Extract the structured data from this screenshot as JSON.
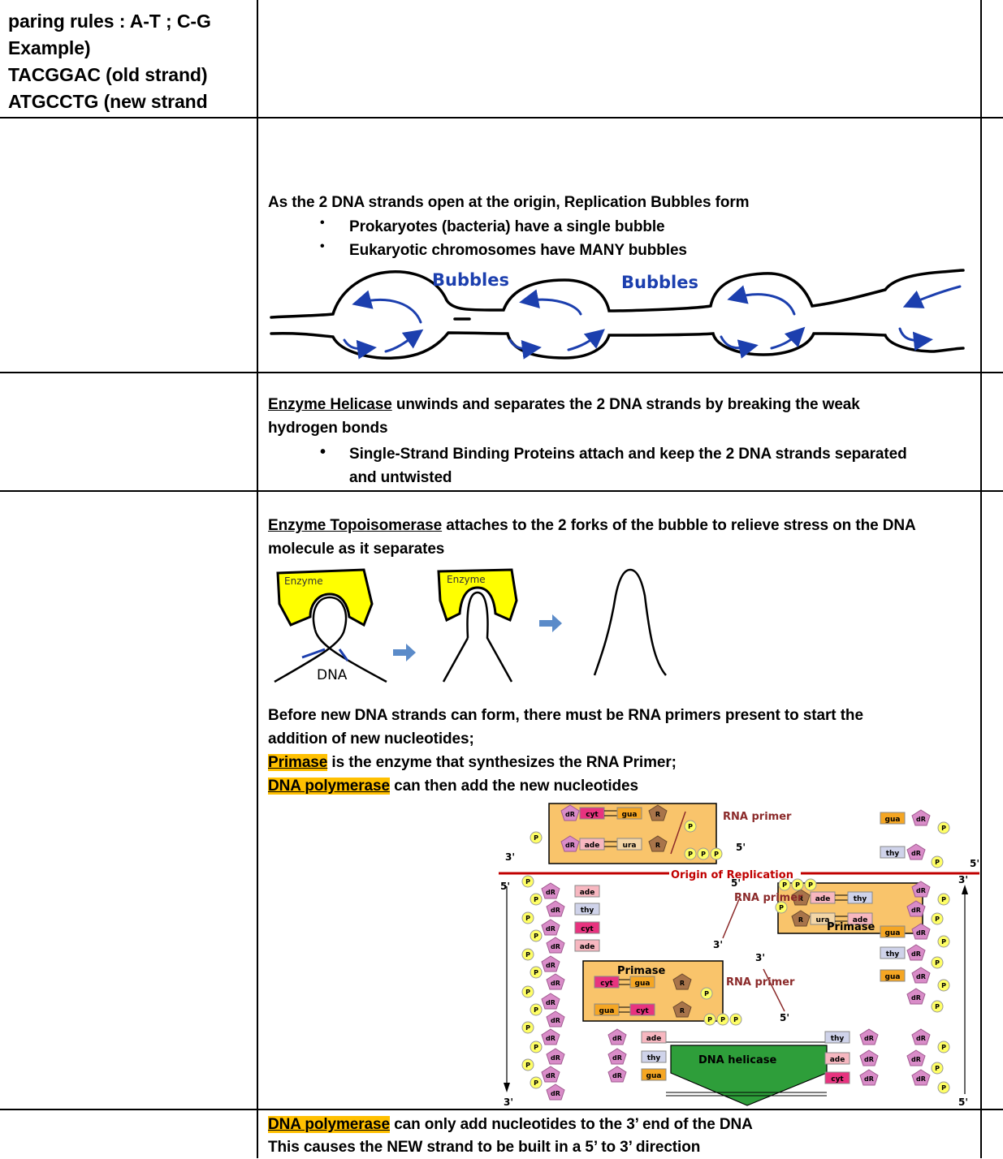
{
  "row1": {
    "pairing_rules": "paring rules : A-T ; C-G",
    "example_label": "Example)",
    "old_strand": "TACGGAC (old strand)",
    "new_strand": "ATGCCTG (new strand"
  },
  "row2": {
    "intro": "As the 2 DNA strands open at the origin, Replication Bubbles form",
    "bullets": [
      "Prokaryotes (bacteria) have a single bubble",
      "Eukaryotic chromosomes have MANY bubbles"
    ],
    "bubbles_label_1": "Bubbles",
    "bubbles_label_2": "Bubbles"
  },
  "row3": {
    "helicase_term": "Enzyme Helicase",
    "helicase_line1_rest": " unwinds and separates the 2 DNA strands by breaking the weak",
    "helicase_line2": "hydrogen bonds",
    "ssb_line1": "Single-Strand Binding Proteins attach and keep the 2 DNA strands separated",
    "ssb_line2": "and untwisted"
  },
  "row4": {
    "topo_term": "Enzyme Topoisomerase",
    "topo_line1_rest": " attaches to the 2 forks of the bubble to relieve stress on the DNA",
    "topo_line2": "molecule as it separates",
    "enzyme_label_1": "Enzyme",
    "enzyme_label_2": "Enzyme",
    "dna_label": "DNA",
    "primer_line1": "Before new DNA strands can form, there must be RNA primers present to start the",
    "primer_line2": "addition of new nucleotides;",
    "primase_term": "Primase",
    "primase_rest": " is the enzyme that synthesizes the RNA Primer;",
    "polymerase_term": "DNA polymerase",
    "polymerase_rest": " can then add the new nucleotides"
  },
  "replication_figure": {
    "rna_primer_label": "RNA primer",
    "origin_label": "Origin of Replication",
    "primase_label": "Primase",
    "helicase_label": "DNA helicase",
    "prime5": "5'",
    "prime3": "3'",
    "bases": [
      "cyt",
      "gua",
      "ade",
      "ura",
      "thy"
    ],
    "sugar": "dR",
    "phosphate": "P",
    "ribose": "R"
  },
  "row5": {
    "polymerase_term": "DNA polymerase",
    "line1_rest": " can only add nucleotides to the 3’ end of the DNA",
    "line2": "This causes the NEW strand to be built in a 5’ to 3’ direction"
  },
  "colors": {
    "highlight": "#ffc000",
    "enzyme_yellow": "#ffff00",
    "bubble_arrow": "#1c3fae",
    "origin_line": "#c00000",
    "primer_box": "#f9c46b",
    "helicase_green": "#2e9e3a",
    "arrow_blue": "#5b8bc9"
  }
}
